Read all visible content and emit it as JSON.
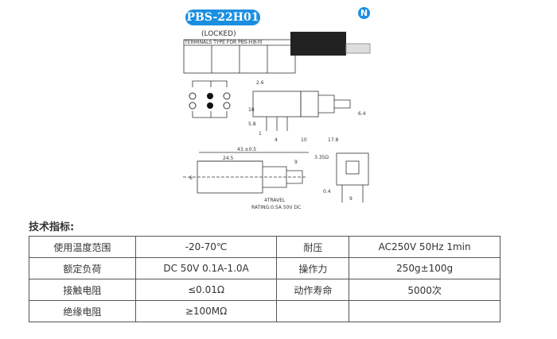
{
  "product": {
    "model": "PBS-22H01",
    "logo": "N",
    "subtitle": "(LOCKED)"
  },
  "drawing": {
    "terminals_title": "TERMINALS TYPE FOR PBS-H系列",
    "dims": [
      "2.6",
      "18",
      "5.8",
      "6.4",
      "1",
      "4",
      "10",
      "17.8",
      "43.±0.5",
      "24.5",
      "9",
      "3.35Ω",
      "6",
      "0.4",
      "9"
    ],
    "travel": "4TRAVEL",
    "rating": "RATING:0.5A 50V DC"
  },
  "specs": {
    "heading": "技术指标:",
    "rows": [
      [
        "使用温度范围",
        "-20-70℃",
        "耐压",
        "AC250V 50Hz 1min"
      ],
      [
        "额定负荷",
        "DC 50V 0.1A-1.0A",
        "操作力",
        "250g±100g"
      ],
      [
        "接触电阻",
        "≤0.01Ω",
        "动作寿命",
        "5000次"
      ],
      [
        "绝缘电阻",
        "≥100MΩ",
        "",
        ""
      ]
    ]
  }
}
